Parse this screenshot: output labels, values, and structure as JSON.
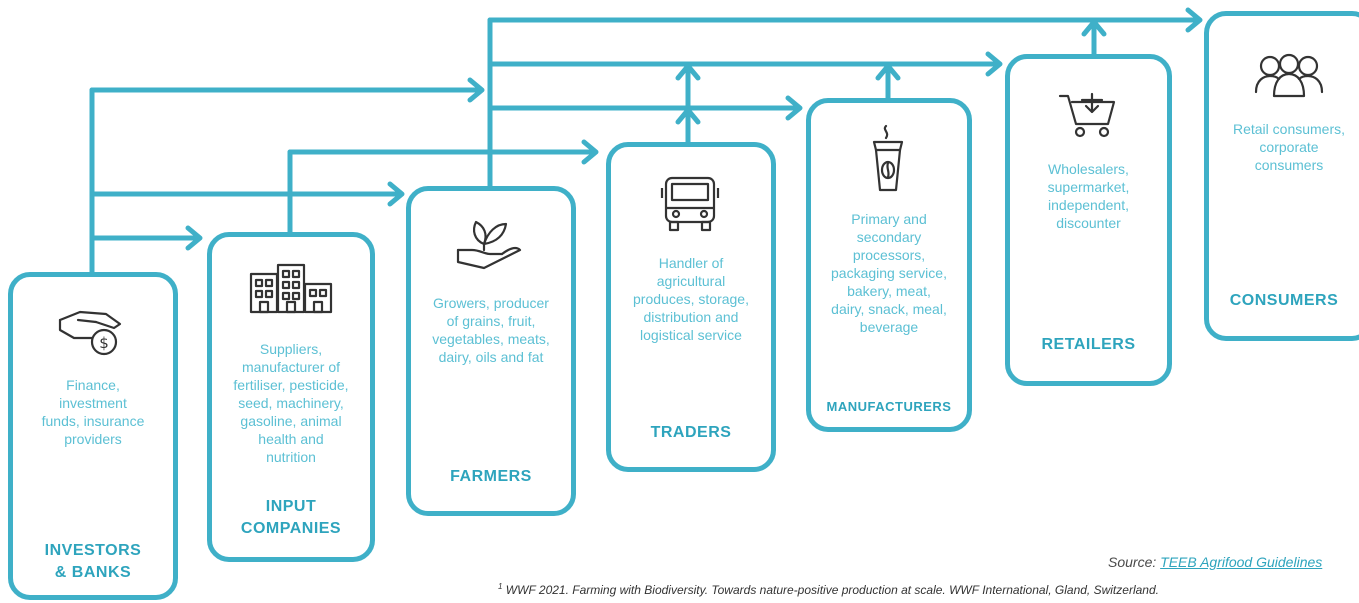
{
  "colors": {
    "accent": "#3fb0c8",
    "title": "#2ea4bd",
    "text": "#5cc0d4"
  },
  "stages": [
    {
      "title": "INVESTORS & BANKS",
      "title_lines": [
        "INVESTORS",
        "& BANKS"
      ],
      "icon": "hand-coin-icon",
      "desc_lines": [
        "Finance,",
        "investment",
        "funds, insurance",
        "providers"
      ]
    },
    {
      "title": "INPUT COMPANIES",
      "title_lines": [
        "INPUT",
        "COMPANIES"
      ],
      "icon": "buildings-icon",
      "desc_lines": [
        "Suppliers,",
        "manufacturer of",
        "fertiliser, pesticide,",
        "seed, machinery,",
        "gasoline, animal",
        "health and",
        "nutrition"
      ]
    },
    {
      "title": "FARMERS",
      "title_lines": [
        "FARMERS"
      ],
      "icon": "hand-plant-icon",
      "desc_lines": [
        "Growers, producer",
        "of grains, fruit,",
        "vegetables, meats,",
        "dairy, oils and fat"
      ]
    },
    {
      "title": "TRADERS",
      "title_lines": [
        "TRADERS"
      ],
      "icon": "truck-icon",
      "desc_lines": [
        "Handler of",
        "agricultural",
        "produces, storage,",
        "distribution and",
        "logistical service"
      ]
    },
    {
      "title": "MANUFACTURERS",
      "title_lines": [
        "MANUFACTURERS"
      ],
      "icon": "coffee-cup-icon",
      "desc_lines": [
        "Primary and",
        "secondary",
        "processors,",
        "packaging service,",
        "bakery, meat,",
        "dairy, snack, meal,",
        "beverage"
      ]
    },
    {
      "title": "RETAILERS",
      "title_lines": [
        "RETAILERS"
      ],
      "icon": "shopping-cart-icon",
      "desc_lines": [
        "Wholesalers,",
        "supermarket,",
        "independent,",
        "discounter"
      ]
    },
    {
      "title": "CONSUMERS",
      "title_lines": [
        "CONSUMERS"
      ],
      "icon": "people-icon",
      "desc_lines": [
        "Retail consumers,",
        "corporate",
        "consumers"
      ]
    }
  ],
  "source": {
    "prefix": "Source:",
    "link_text": "TEEB Agrifood Guidelines"
  },
  "footnote": {
    "marker": "1",
    "text": "WWF 2021. Farming with Biodiversity. Towards nature-positive production at scale. WWF International, Gland, Switzerland."
  }
}
